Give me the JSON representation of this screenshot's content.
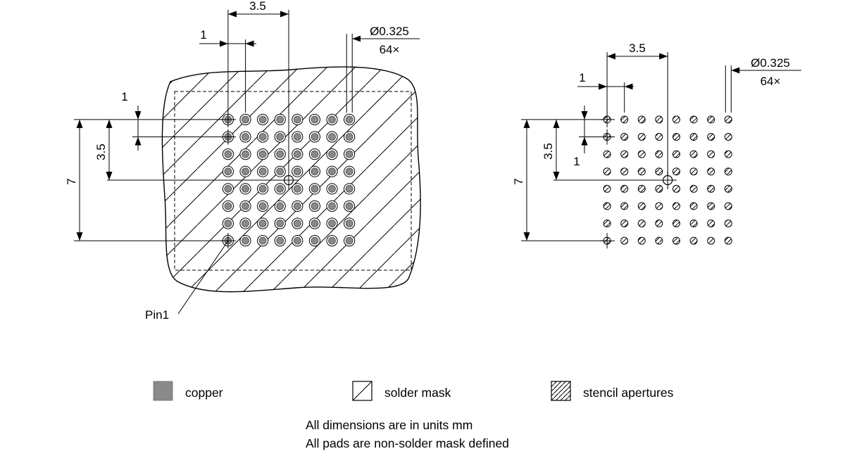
{
  "left": {
    "dim_3_5": "3.5",
    "dim_1": "1",
    "dia": "Ø0.325",
    "dia_qty": "64×",
    "dim_7": "7",
    "side_3_5": "3.5",
    "side_1": "1",
    "pin1": "Pin1"
  },
  "right": {
    "dim_3_5": "3.5",
    "dim_1": "1",
    "dia": "Ø0.325",
    "dia_qty": "64×",
    "dim_7": "7",
    "side_3_5": "3.5",
    "side_1": "1"
  },
  "legend": {
    "copper": "copper",
    "solder_mask": "solder mask",
    "stencil": "stencil apertures"
  },
  "notes": {
    "units": "All dimensions are in units mm",
    "mask": "All pads are non-solder mask defined"
  },
  "pattern": {
    "rows": 8,
    "cols": 8,
    "pad_count": 64,
    "pitch_mm": 1,
    "span_mm": 7,
    "pad_diameter_mm": 0.325,
    "copper_color": "#8a8a8a",
    "line_color": "#000000"
  }
}
